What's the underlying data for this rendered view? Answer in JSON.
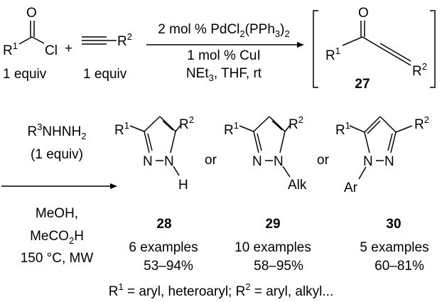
{
  "reactants": {
    "acid_chloride": {
      "O": "O",
      "R": "R",
      "R_sup": "1",
      "Cl": "Cl",
      "equiv": "1 equiv"
    },
    "plus": "+",
    "alkyne": {
      "R": "R",
      "R_sup": "2",
      "equiv": "1 equiv"
    }
  },
  "step1": {
    "line1_a": "2 mol % PdCl",
    "line1_sub1": "2",
    "line1_b": "(PPh",
    "line1_sub2": "3",
    "line1_c": ")",
    "line1_sub3": "2",
    "line2": "1 mol % CuI",
    "line3_a": "NEt",
    "line3_sub": "3",
    "line3_b": ", THF, rt"
  },
  "intermediate": {
    "O": "O",
    "R1": "R",
    "R1_sup": "1",
    "R2": "R",
    "R2_sup": "2",
    "label": "27"
  },
  "step2": {
    "reagent_a": "R",
    "reagent_sup": "3",
    "reagent_b": "NHNH",
    "reagent_sub": "2",
    "equiv": "(1 equiv)",
    "solvent1": "MeOH,",
    "solvent2_a": "MeCO",
    "solvent2_sub": "2",
    "solvent2_b": "H",
    "conditions": "150 °C, MW"
  },
  "products": [
    {
      "label": "28",
      "R1": "R",
      "R1_sup": "1",
      "R2": "R",
      "R2_sup": "2",
      "N1": "N",
      "N2": "N",
      "sub": "H",
      "examples": "6 examples",
      "yield": "53–94%"
    },
    {
      "label": "29",
      "R1": "R",
      "R1_sup": "1",
      "R2": "R",
      "R2_sup": "2",
      "N1": "N",
      "N2": "N",
      "sub": "Alk",
      "examples": "10 examples",
      "yield": "58–95%"
    },
    {
      "label": "30",
      "R1": "R",
      "R1_sup": "1",
      "R2": "R",
      "R2_sup": "2",
      "N1": "N",
      "N2": "N",
      "sub": "Ar",
      "examples": "5 examples",
      "yield": "60–81%"
    }
  ],
  "or": "or",
  "footer": {
    "a": "R",
    "sup1": "1",
    "b": " = aryl, heteroaryl; R",
    "sup2": "2",
    "c": " = aryl, alkyl..."
  }
}
